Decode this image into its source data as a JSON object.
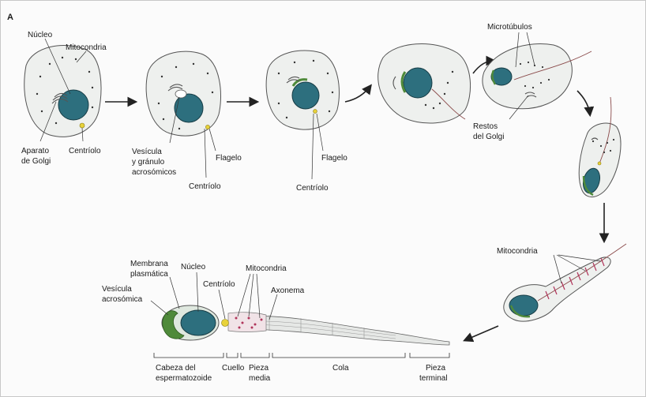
{
  "panel": {
    "letter": "A"
  },
  "labels": {
    "s1_nucleo": "Núcleo",
    "s1_mitocondria": "Mitocondria",
    "s1_golgi_1": "Aparato",
    "s1_golgi_2": "de Golgi",
    "s1_centriolo": "Centríolo",
    "s2_vesicula_1": "Vesícula",
    "s2_vesicula_2": "y gránulo",
    "s2_vesicula_3": "acrosómicos",
    "s2_flagelo": "Flagelo",
    "s2_centriolo": "Centríolo",
    "s3_flagelo": "Flagelo",
    "s3_centriolo": "Centríolo",
    "s5_microtubulos": "Microtúbulos",
    "s5_restos_1": "Restos",
    "s5_restos_2": "del Golgi",
    "s7_mitocondria": "Mitocondria",
    "f_membrana_1": "Membrana",
    "f_membrana_2": "plasmática",
    "f_vesicula_1": "Vesícula",
    "f_vesicula_2": "acrosómica",
    "f_nucleo": "Núcleo",
    "f_centriolo": "Centríolo",
    "f_mitocondria": "Mitocondria",
    "f_axonema": "Axonema",
    "b_cabeza_1": "Cabeza del",
    "b_cabeza_2": "espermatozoide",
    "b_cuello": "Cuello",
    "b_pieza_1": "Pieza",
    "b_pieza_2": "media",
    "b_cola": "Cola",
    "b_terminal_1": "Pieza",
    "b_terminal_2": "terminal"
  },
  "colors": {
    "nucleus": "#2d6f7e",
    "acrosome": "#4f8a3a",
    "centriole": "#e8d23a",
    "mitochondria": "#b0345a"
  }
}
